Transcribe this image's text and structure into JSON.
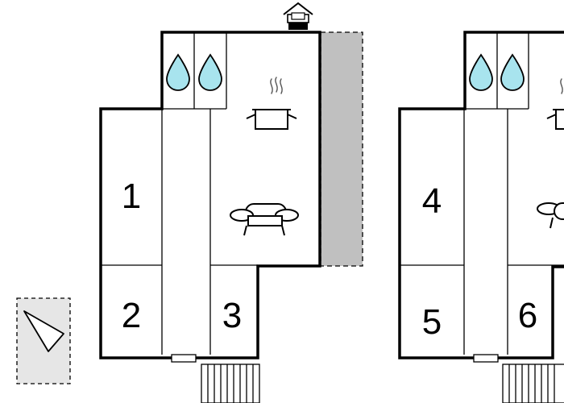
{
  "units": [
    {
      "rooms": [
        {
          "label": "1"
        },
        {
          "label": "2"
        },
        {
          "label": "3"
        }
      ]
    },
    {
      "rooms": [
        {
          "label": "4"
        },
        {
          "label": "5"
        },
        {
          "label": "6"
        }
      ]
    }
  ],
  "colors": {
    "wall": "#000000",
    "water": "#a8e4ee",
    "terrace": "#c0c0c0",
    "compass_bg": "#e6e6e6"
  }
}
